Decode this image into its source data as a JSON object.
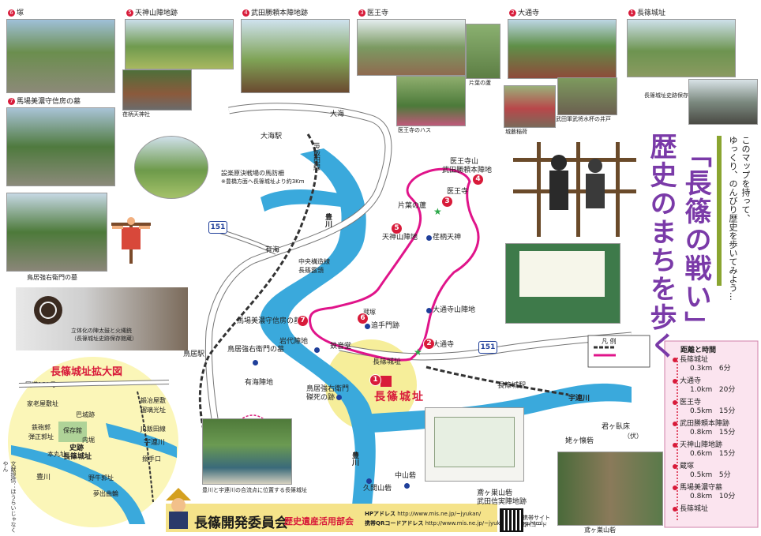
{
  "photos": {
    "tsuka": "塚",
    "tenjin": "天神山陣地跡",
    "takeda": "武田勝頼本陣地跡",
    "iouji": "医王寺",
    "daitsuji": "大通寺",
    "nagashino_castle": "長篠城址",
    "baba": "馬場美濃守信房の墓",
    "torii": "鳥居強右衛門の墓",
    "batsuka_jinja": "荏柄天神社",
    "iouji_hasu": "医王寺のハス",
    "katahanoshi": "片葉の蘆",
    "shikisaiji": "城藪稲荷",
    "takeda_well": "武田軍武将水杯の井戸",
    "shiryokan": "長篠城址史跡保存館",
    "confluence": "豊川と宇連川の合流点に位置する長篠城址",
    "horaiji": "鳶ヶ巣山砦",
    "armor_caption": "立体化の陣太鼓と火縄銃",
    "armor_sub": "（長篠城址史跡保存館蔵）",
    "battlefield": "設楽原決戦場の馬防柵",
    "battlefield_sub": "※豊橋方面へ長篠城址より約3Km"
  },
  "title": {
    "main1": "「長篠の戦い」",
    "main2": "歴史のまちを歩く",
    "sub1": "このマップを持って、",
    "sub2": "ゆっくり、のんびり歴史を歩いてみよう…"
  },
  "map": {
    "ono_station": "大海駅",
    "ono": "大海",
    "jr_line": "JR飯田線",
    "route151": "151",
    "route151b": "151",
    "toyokawa": "豊川",
    "aruumi": "有海",
    "chuo": "中央構造線",
    "nagashino_exposure": "長篠露頭",
    "iouji_takeda": "医王寺山",
    "takeda_honjin": "武田勝頼本陣地",
    "iouji_label": "医王寺",
    "katahaashi": "片葉の蘆",
    "tenjinyama": "天神山陣地",
    "ebaratenjin": "荏柄天神",
    "daitsujiyama": "大通寺山陣地",
    "baba_grave": "馬場美濃守信房の墓",
    "kura": "蔵塚",
    "otemon": "追手門跡",
    "iwashiro": "岩代陣地",
    "torii_grave": "鳥居強右衛門の墓",
    "shinon": "鉄音堂",
    "daitsuji_label": "大通寺",
    "nagashino_castle_label": "長篠城址",
    "torii_station": "鳥居駅",
    "aruumi_jinchi": "有海陣地",
    "torii_jinchi": "鳥居強右衛門",
    "torii_shi": "磔死の跡",
    "nagashino_station": "長篠城駅",
    "ure_river": "宇連川",
    "toyokawa2": "豊川",
    "kimigafushi": "君ヶ臥床",
    "kimigafushi_sub": "（伏）",
    "ubagafutokoro": "姥ヶ懐砦",
    "nakayama": "中山砦",
    "kuma": "久間山砦",
    "tobigasu": "鳶ヶ巣山砦",
    "takeda_nobuzane": "武田信実陣地跡",
    "legend": "凡 例"
  },
  "stops": [
    "1",
    "2",
    "3",
    "4",
    "5",
    "6",
    "7"
  ],
  "castle_map": {
    "title": "長篠城址拡大図",
    "route": "国道151号",
    "items": [
      "家老屋敷址",
      "巴城跡",
      "保存館",
      "内堀",
      "史跡",
      "長篠城址",
      "野牛郭址",
      "夢出曲輪",
      "本丸址",
      "搦手口",
      "鍛冶屋敷",
      "瑠璃光址",
      "鉄砲郭",
      "弾正郭址",
      "豊川",
      "宇連川",
      "JR飯田線"
    ]
  },
  "distance": {
    "title": "距離と時間",
    "stops": [
      "長篠城址",
      "大通寺",
      "医王寺",
      "武田勝頼本陣跡",
      "天神山陣地跡",
      "蔵塚",
      "馬場美濃守墓",
      "長篠城址"
    ],
    "legs": [
      {
        "dist": "0.3km",
        "time": "6分"
      },
      {
        "dist": "1.0km",
        "time": "20分"
      },
      {
        "dist": "0.5km",
        "time": "15分"
      },
      {
        "dist": "0.8km",
        "time": "15分"
      },
      {
        "dist": "0.6km",
        "time": "15分"
      },
      {
        "dist": "0.5km",
        "time": "5分"
      },
      {
        "dist": "0.8km",
        "time": "10分"
      }
    ]
  },
  "footer": {
    "org": "長篠開発委員会",
    "dept": "歴史遺産活用部会",
    "hp_label": "HPアドレス",
    "hp_url": "http://www.mis.ne.jp/~jyukan/",
    "qr_label": "携帯QRコードアドレス",
    "qr_url": "http://www.mis.ne.jp/~jyukan/ket-top.html",
    "qr_caption": "携帯サイト QRコード",
    "side_note": "文献提供：ほうらいじゃなくやん"
  }
}
